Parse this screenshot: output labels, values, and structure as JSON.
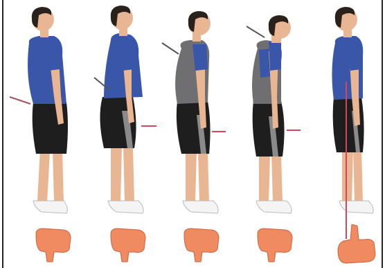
{
  "figures": [
    {
      "id": "posture-1",
      "verdict": "bad"
    },
    {
      "id": "posture-2",
      "verdict": "bad"
    },
    {
      "id": "posture-3",
      "verdict": "bad"
    },
    {
      "id": "posture-4",
      "verdict": "bad"
    },
    {
      "id": "posture-5",
      "verdict": "good"
    }
  ],
  "colors": {
    "shirt": "#3a56a8",
    "shirt_grey": "#6f6f72",
    "shorts": "#1e1e1e",
    "skin": "#e9b693",
    "hair": "#2a211c",
    "arrow": "#d9445a",
    "hand": "#f08a60",
    "sock": "#f4f4f4"
  },
  "icons": {
    "bad": "thumbs-down-icon",
    "good": "thumbs-up-icon"
  }
}
